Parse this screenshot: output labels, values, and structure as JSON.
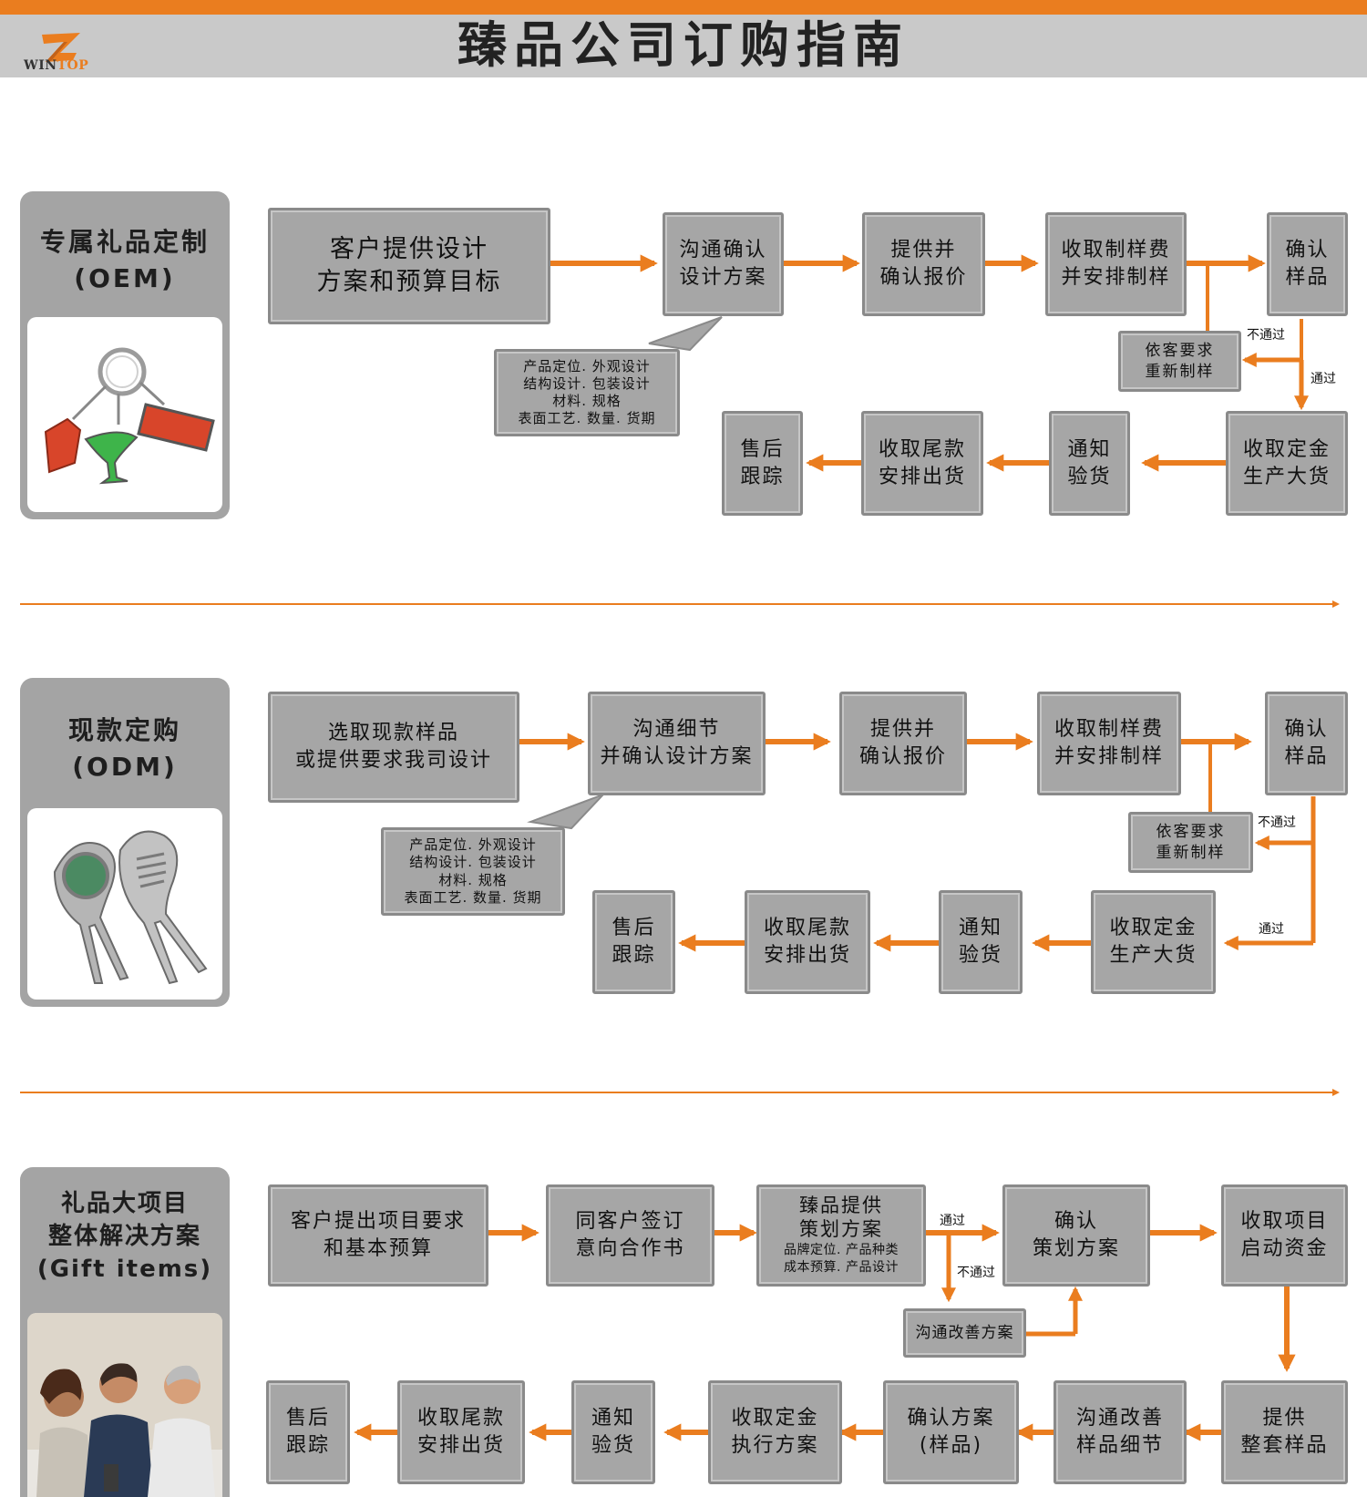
{
  "header": {
    "title": "臻品公司订购指南",
    "logo_text_a": "WIN",
    "logo_text_b": "TOP"
  },
  "colors": {
    "accent": "#ea7d1f",
    "box": "#a6a6a6",
    "header": "#c9c9c9"
  },
  "oem": {
    "title": "专属礼品定制\n(OEM)",
    "step1": "客户提供设计\n方案和预算目标",
    "step2": "沟通确认\n设计方案",
    "step3": "提供并\n确认报价",
    "step4": "收取制样费\n并安排制样",
    "step5": "确认\n样品",
    "note": "产品定位. 外观设计\n结构设计. 包装设计\n材料. 规格\n表面工艺. 数量. 货期",
    "redo": "依客要求\n重新制样",
    "fail": "不通过",
    "pass": "通过",
    "step6": "收取定金\n生产大货",
    "step7": "通知\n验货",
    "step8": "收取尾款\n安排出货",
    "step9": "售后\n跟踪"
  },
  "odm": {
    "title": "现款定购\n(ODM)",
    "step1": "选取现款样品\n或提供要求我司设计",
    "step2": "沟通细节\n并确认设计方案",
    "step3": "提供并\n确认报价",
    "step4": "收取制样费\n并安排制样",
    "step5": "确认\n样品",
    "note": "产品定位. 外观设计\n结构设计. 包装设计\n材料. 规格\n表面工艺. 数量. 货期",
    "redo": "依客要求\n重新制样",
    "fail": "不通过",
    "pass": "通过",
    "step6": "收取定金\n生产大货",
    "step7": "通知\n验货",
    "step8": "收取尾款\n安排出货",
    "step9": "售后\n跟踪"
  },
  "gift": {
    "title": "礼品大项目\n整体解决方案\n(Gift items)",
    "step1": "客户提出项目要求\n和基本预算",
    "step2": "同客户签订\n意向合作书",
    "step3_title": "臻品提供\n策划方案",
    "step3_sub": "品牌定位. 产品种类\n成本预算. 产品设计",
    "pass": "通过",
    "fail": "不通过",
    "step4": "确认\n策划方案",
    "improve": "沟通改善方案",
    "step5": "收取项目\n启动资金",
    "step6": "提供\n整套样品",
    "step7": "沟通改善\n样品细节",
    "step8": "确认方案\n(样品)",
    "step9": "收取定金\n执行方案",
    "step10": "通知\n验货",
    "step11": "收取尾款\n安排出货",
    "step12": "售后\n跟踪"
  }
}
